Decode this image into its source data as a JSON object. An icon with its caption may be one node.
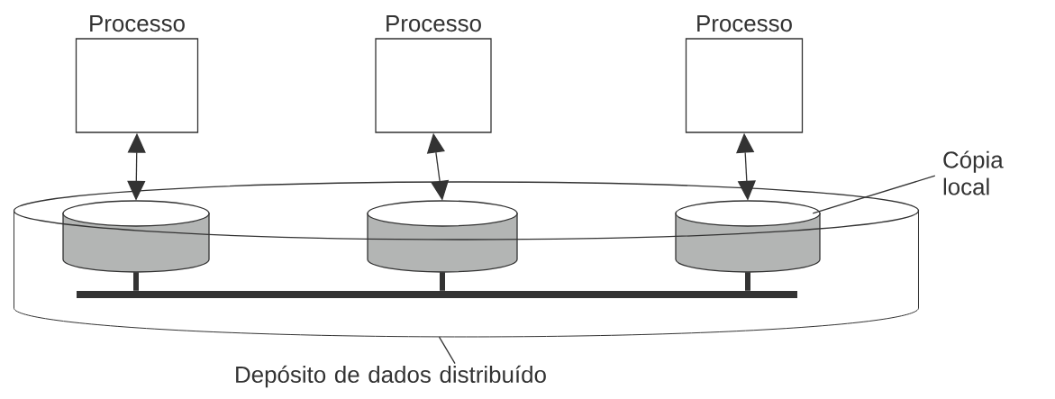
{
  "diagram": {
    "nodes": [
      {
        "text": [
          "Processo"
        ]
      },
      {
        "text": [
          "Processo"
        ]
      },
      {
        "text": [
          "Processo"
        ]
      },
      {
        "text": [],
        "shape": "cylinder"
      },
      {
        "text": [],
        "shape": "cylinder",
        "in": 3
      },
      {
        "text": [],
        "shape": "cylinder",
        "in": 3
      },
      {
        "text": [],
        "shape": "cylinder",
        "in": 3
      },
      {
        "text": [],
        "shape": "bar",
        "in": 3
      },
      {
        "text": [
          "Cópia local"
        ]
      },
      {
        "text": [
          "Depósito de dados distribuído"
        ]
      }
    ],
    "edges": [
      {
        "from": 0,
        "to": 4,
        "arrow": "both"
      },
      {
        "from": 1,
        "to": 5,
        "arrow": "both"
      },
      {
        "from": 2,
        "to": 6,
        "arrow": "both"
      },
      {
        "from": 4,
        "to": 7,
        "arrow": "none",
        "style": "thick"
      },
      {
        "from": 5,
        "to": 7,
        "arrow": "none",
        "style": "thick"
      },
      {
        "from": 6,
        "to": 7,
        "arrow": "none",
        "style": "thick"
      },
      {
        "from": 8,
        "to": 6,
        "arrow": "none"
      },
      {
        "from": 9,
        "to": 3,
        "arrow": "none"
      }
    ]
  }
}
